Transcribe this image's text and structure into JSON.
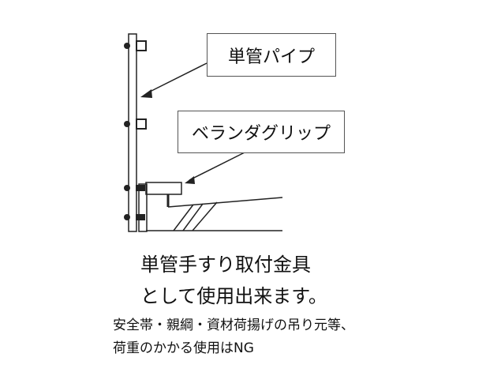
{
  "labels": {
    "pipe": "単管パイプ",
    "grip": "ベランダグリップ"
  },
  "caption": {
    "line1": "単管手すり取付金具",
    "line2": "として使用出来ます。",
    "note1": "安全帯・親綱・資材荷揚げの吊り元等、",
    "note2": "荷重のかかる使用はNG"
  }
}
